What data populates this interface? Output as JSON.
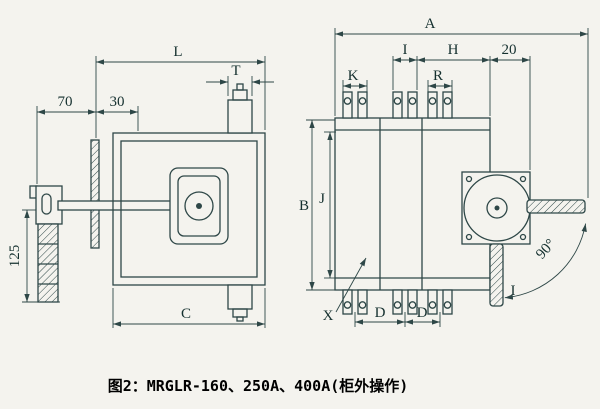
{
  "caption": "图2：MRGLR-160、250A、400A(柜外操作)",
  "colors": {
    "ink": "#2e4747",
    "background": "#f4f3ee",
    "caption_text": "#000000"
  },
  "left_view": {
    "dims": {
      "L": "L",
      "T": "T",
      "n70": "70",
      "n30": "30",
      "n125": "125",
      "C": "C"
    }
  },
  "right_view": {
    "dims": {
      "A": "A",
      "I_top": "I",
      "H": "H",
      "n20": "20",
      "K": "K",
      "R": "R",
      "B": "B",
      "J": "J",
      "X": "X",
      "D1": "D",
      "D2": "D",
      "I_bottom": "I",
      "angle": "90°"
    }
  }
}
